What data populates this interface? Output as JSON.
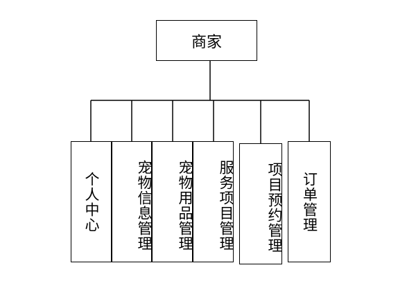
{
  "root": {
    "label": "商家"
  },
  "children": [
    {
      "label": "个人中心"
    },
    {
      "label": "宠物信息管理"
    },
    {
      "label": "宠物用品管理"
    },
    {
      "label": "服务项目管理"
    },
    {
      "label": "项目预约管理"
    },
    {
      "label": "订单管理"
    }
  ]
}
